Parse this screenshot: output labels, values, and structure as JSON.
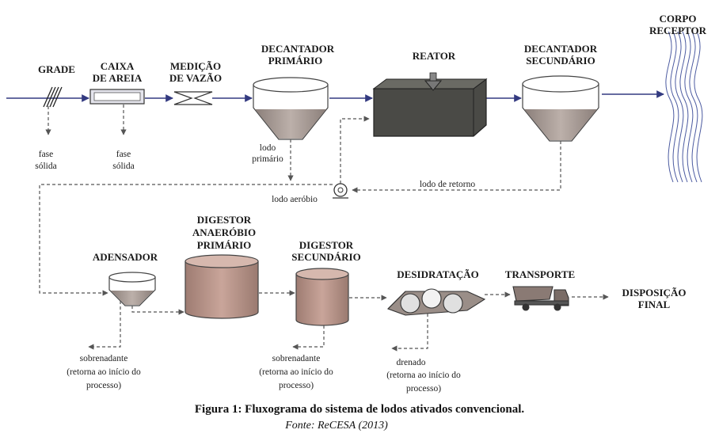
{
  "labels": {
    "grade": "GRADE",
    "caixa1": "CAIXA",
    "caixa2": "DE AREIA",
    "medicao1": "MEDIÇÃO",
    "medicao2": "DE VAZÃO",
    "decprim1": "DECANTADOR",
    "decprim2": "PRIMÁRIO",
    "reator": "REATOR",
    "decsec1": "DECANTADOR",
    "decsec2": "SECUNDÁRIO",
    "corpo1": "CORPO",
    "corpo2": "RECEPTOR",
    "fase1a": "fase",
    "fase1b": "sólida",
    "fase2a": "fase",
    "fase2b": "sólida",
    "lodoprim1": "lodo",
    "lodoprim2": "primário",
    "lodoaerobio": "lodo aeróbio",
    "lodoretorno": "lodo de retorno",
    "adensador": "ADENSADOR",
    "digan1": "DIGESTOR",
    "digan2": "ANAERÓBIO",
    "digan3": "PRIMÁRIO",
    "digsec1": "DIGESTOR",
    "digsec2": "SECUNDÁRIO",
    "desidratacao": "DESIDRATAÇÃO",
    "transporte": "TRANSPORTE",
    "disp1": "DISPOSIÇÃO",
    "disp2": "FINAL",
    "sob1a": "sobrenadante",
    "sob1b": "(retorna ao início do",
    "sob1c": "processo)",
    "sob2a": "sobrenadante",
    "sob2b": "(retorna ao início do",
    "sob2c": "processo)",
    "dren1": "drenado",
    "dren2": "(retorna ao início do",
    "dren3": "processo)"
  },
  "caption": {
    "title": "Figura 1: Fluxograma do sistema de lodos ativados convencional.",
    "source": "Fonte: ReCESA (2013)"
  }
}
